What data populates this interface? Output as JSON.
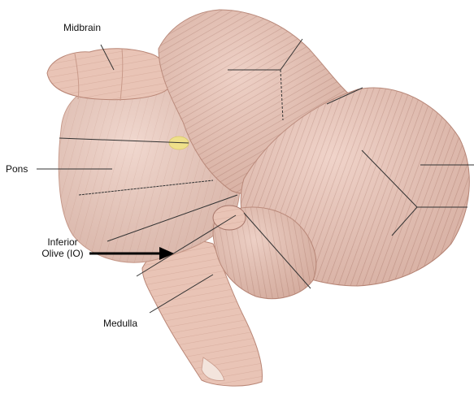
{
  "labels": {
    "midbrain": "Midbrain",
    "pons": "Pons",
    "inferior_olive_line1": "Inferior",
    "inferior_olive_line2": "Olive (IO)",
    "medulla": "Medulla"
  },
  "colors": {
    "tissue_base": "#e9c2b4",
    "tissue_light": "#f6dcd2",
    "tissue_shadow": "#c99a8a",
    "tissue_stripe": "#b98676",
    "olive_highlight": "#efe08a",
    "leader_line": "#333333",
    "arrow": "#000000",
    "background": "#ffffff"
  }
}
